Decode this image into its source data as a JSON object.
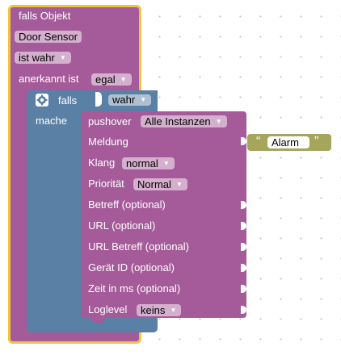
{
  "colors": {
    "outer_block": "#a55b99",
    "outer_border": "#f0c341",
    "if_block": "#5b80a5",
    "pushover_block": "#a55b99",
    "dropdown_bg": "#d5b0ce",
    "if_dropdown_bg": "#aec0d2",
    "string_block": "#a5a55b",
    "string_field": "#ffffff"
  },
  "outer": {
    "title": "falls Objekt",
    "object_field": "Door Sensor",
    "condition_value": "ist wahr",
    "ack_label": "anerkannt ist",
    "ack_value": "egal"
  },
  "if_block": {
    "gear_icon": "gear-icon",
    "label": "falls",
    "value": "wahr",
    "do_label": "mache"
  },
  "pushover": {
    "title": "pushover",
    "instance_value": "Alle Instanzen",
    "message_label": "Meldung",
    "sound_label": "Klang",
    "sound_value": "normal",
    "priority_label": "Priorität",
    "priority_value": "Normal",
    "subject_label": "Betreff (optional)",
    "url_label": "URL (optional)",
    "url_subject_label": "URL Betreff (optional)",
    "device_label": "Gerät ID (optional)",
    "time_label": "Zeit in ms (optional)",
    "loglevel_label": "Loglevel",
    "loglevel_value": "keins"
  },
  "message_text": {
    "open_quote": "“",
    "value": "Alarm",
    "close_quote": "”"
  },
  "dropdown_arrow": "▼"
}
